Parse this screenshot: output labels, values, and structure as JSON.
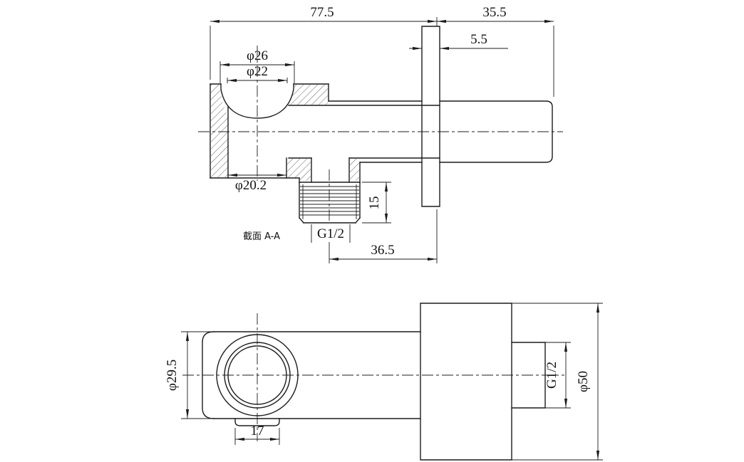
{
  "page": {
    "background": "#ffffff",
    "line_color": "#1c1c1c"
  },
  "section_view": {
    "caption": "截面 A-A",
    "dims": {
      "overall_length": "77.5",
      "stub_length": "35.5",
      "flange_thickness": "5.5",
      "seat_outer_dia": "φ26",
      "seat_inner_dia": "φ22",
      "bore_dia": "φ20.2",
      "thread_length": "15",
      "outlet_offset": "36.5",
      "outlet_thread": "G1/2"
    }
  },
  "front_view": {
    "dims": {
      "body_dia": "φ29.5",
      "outlet_width": "17",
      "stub_thread": "G1/2",
      "flange_dia": "φ50"
    }
  }
}
